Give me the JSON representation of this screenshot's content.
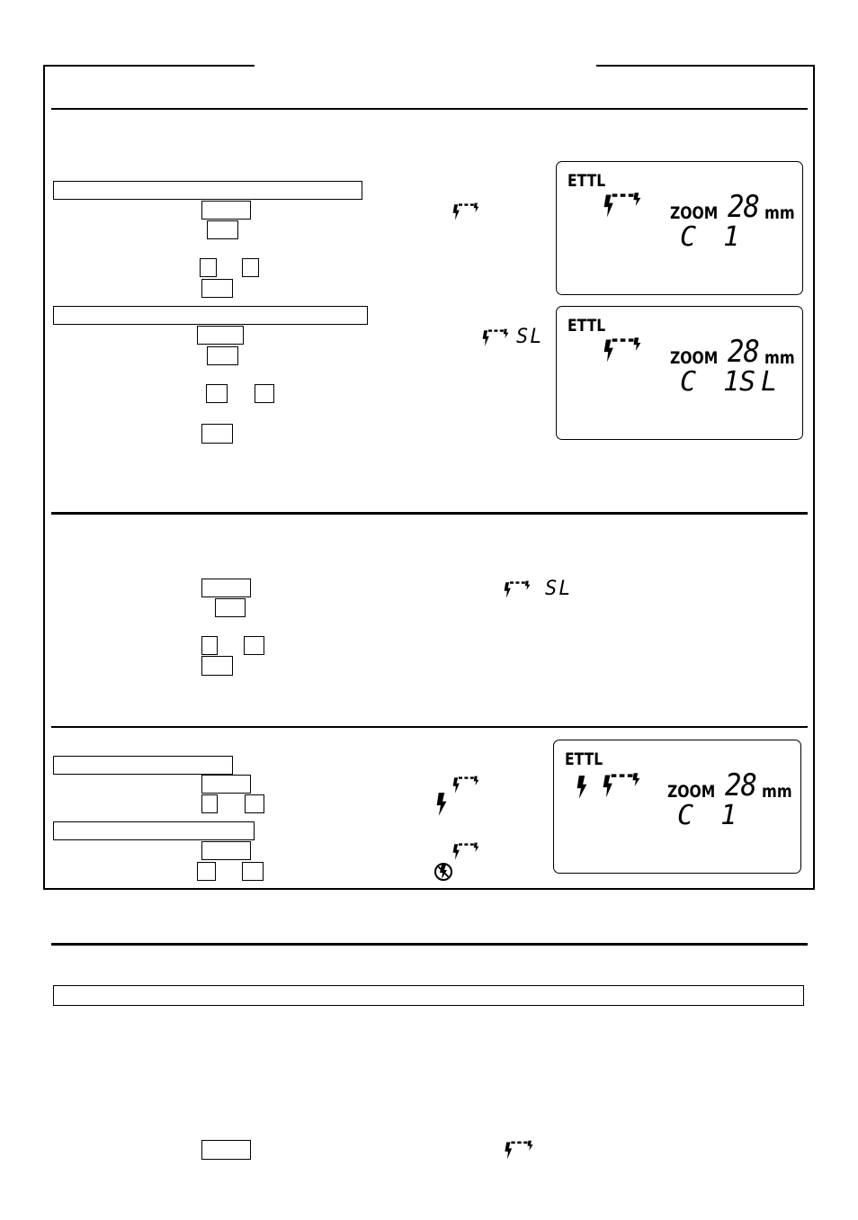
{
  "lcd": {
    "ettl_label": "ETTL",
    "zoom_label": "ZOOM",
    "zoom_value": "28",
    "zoom_unit": "mm",
    "channel": "C 1",
    "slave_channel": "C 1",
    "slave_mode": "SL"
  },
  "inline": {
    "slave_mode_a": "SL",
    "slave_mode_b": "SL"
  },
  "icons": {
    "wireless": "wireless-flash-icon",
    "flash": "flash-icon",
    "flash_off": "flash-off-icon"
  }
}
